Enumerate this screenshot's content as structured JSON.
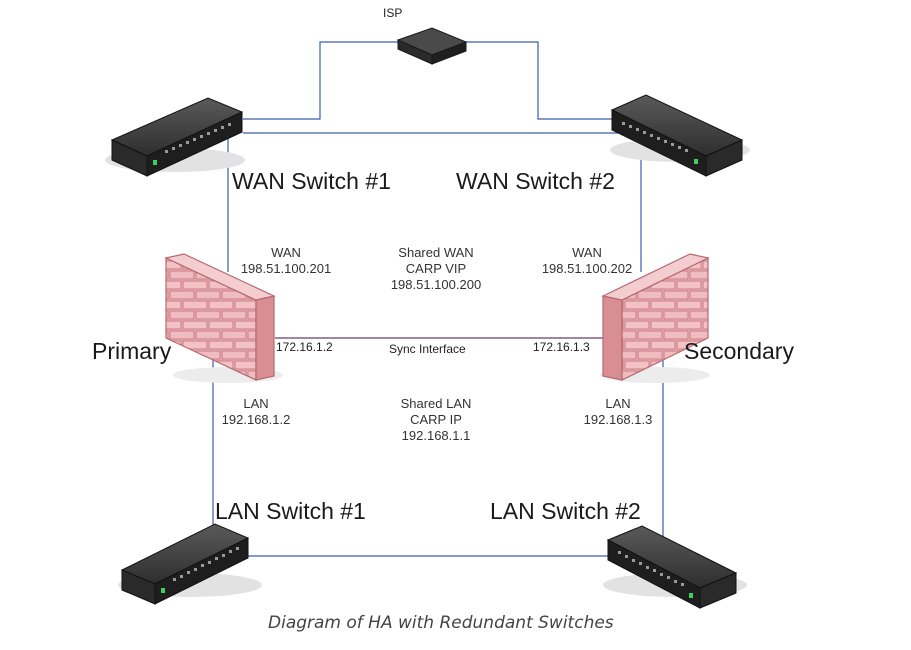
{
  "isp": {
    "label": "ISP"
  },
  "switches": {
    "wan1": "WAN Switch #1",
    "wan2": "WAN Switch #2",
    "lan1": "LAN Switch #1",
    "lan2": "LAN Switch #2"
  },
  "firewalls": {
    "primary": "Primary",
    "secondary": "Secondary"
  },
  "wan": {
    "primary_title": "WAN",
    "primary_ip": "198.51.100.201",
    "secondary_title": "WAN",
    "secondary_ip": "198.51.100.202",
    "shared_line1": "Shared WAN",
    "shared_line2": "CARP VIP",
    "shared_ip": "198.51.100.200"
  },
  "sync": {
    "primary_ip": "172.16.1.2",
    "secondary_ip": "172.16.1.3",
    "label": "Sync Interface"
  },
  "lan": {
    "primary_title": "LAN",
    "primary_ip": "192.168.1.2",
    "secondary_title": "LAN",
    "secondary_ip": "192.168.1.3",
    "shared_line1": "Shared LAN",
    "shared_line2": "CARP IP",
    "shared_ip": "192.168.1.1"
  },
  "caption": "Diagram of HA with Redundant Switches",
  "colors": {
    "link": "#3a5fae",
    "sync_link": "#6b3b6e",
    "firewall": "#e8a7ab",
    "switch_body": "#2b2b2b"
  }
}
